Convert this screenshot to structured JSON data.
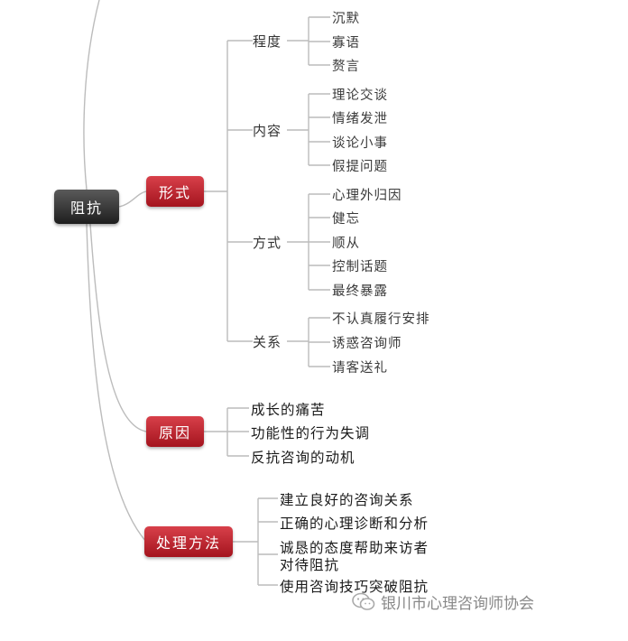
{
  "root": {
    "label": "阻抗"
  },
  "branches": {
    "form": {
      "label": "形式",
      "groups": [
        {
          "label": "程度",
          "items": [
            "沉默",
            "寡语",
            "赘言"
          ]
        },
        {
          "label": "内容",
          "items": [
            "理论交谈",
            "情绪发泄",
            "谈论小事",
            "假提问题"
          ]
        },
        {
          "label": "方式",
          "items": [
            "心理外归因",
            "健忘",
            "顺从",
            "控制话题",
            "最终暴露"
          ]
        },
        {
          "label": "关系",
          "items": [
            "不认真履行安排",
            "诱惑咨询师",
            "请客送礼"
          ]
        }
      ]
    },
    "cause": {
      "label": "原因",
      "items": [
        "成长的痛苦",
        "功能性的行为失调",
        "反抗咨询的动机"
      ]
    },
    "handling": {
      "label": "处理方法",
      "items": [
        "建立良好的咨询关系",
        "正确的心理诊断和分析",
        "诚恳的态度帮助来访者",
        "对待阻抗",
        "使用咨询技巧突破阻抗"
      ]
    }
  },
  "watermark": {
    "text": "银川市心理咨询师协会"
  },
  "colors": {
    "root": "#2e2e2e",
    "branch": "#c2252f",
    "line": "#bdbdbd"
  }
}
